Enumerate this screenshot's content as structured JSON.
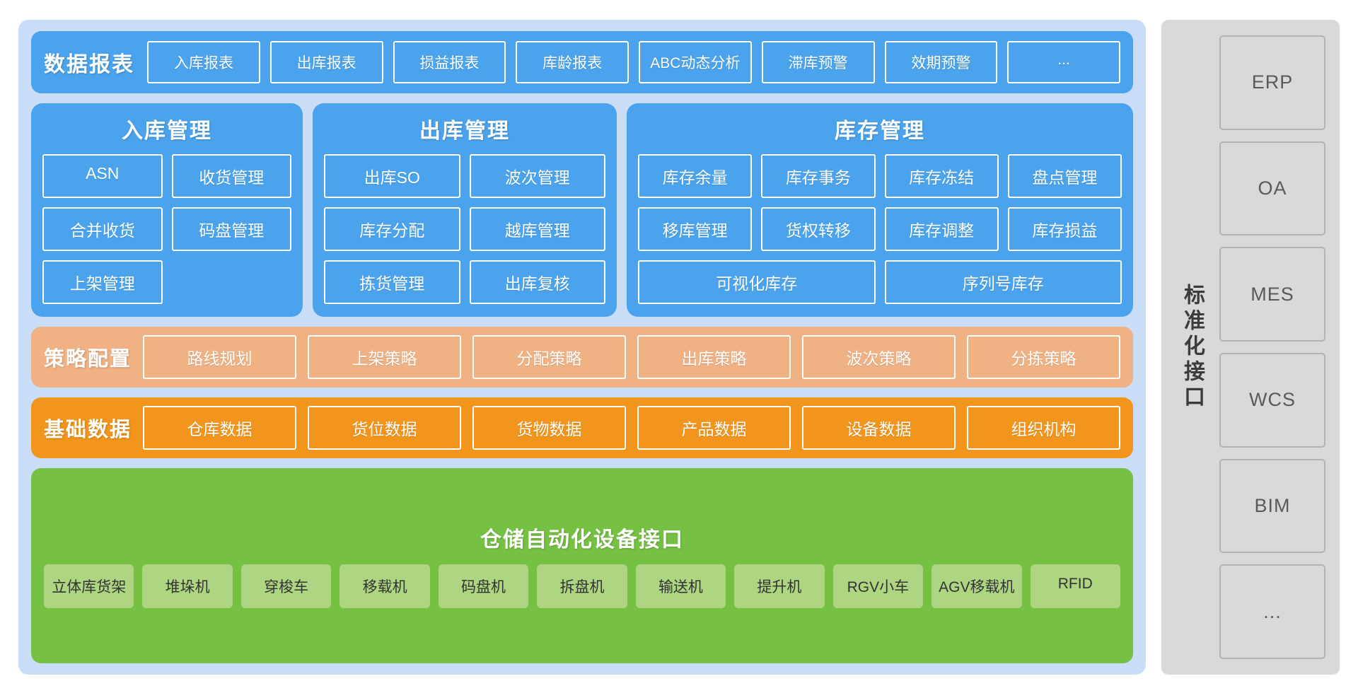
{
  "reports": {
    "title": "数据报表",
    "items": [
      "入库报表",
      "出库报表",
      "损益报表",
      "库龄报表",
      "ABC动态分析",
      "滞库预警",
      "效期预警",
      "..."
    ]
  },
  "modules": [
    {
      "title": "入库管理",
      "tiles": [
        "ASN",
        "收货管理",
        "合并收货",
        "码盘管理",
        "上架管理"
      ]
    },
    {
      "title": "出库管理",
      "tiles": [
        "出库SO",
        "波次管理",
        "库存分配",
        "越库管理",
        "拣货管理",
        "出库复核"
      ]
    },
    {
      "title": "库存管理",
      "tiles": [
        "库存余量",
        "库存事务",
        "库存冻结",
        "盘点管理",
        "移库管理",
        "货权转移",
        "库存调整",
        "库存损益"
      ],
      "wide_tiles": [
        "可视化库存",
        "序列号库存"
      ]
    }
  ],
  "strategy": {
    "title": "策略配置",
    "items": [
      "路线规划",
      "上架策略",
      "分配策略",
      "出库策略",
      "波次策略",
      "分拣策略"
    ]
  },
  "basic_data": {
    "title": "基础数据",
    "items": [
      "仓库数据",
      "货位数据",
      "货物数据",
      "产品数据",
      "设备数据",
      "组织机构"
    ]
  },
  "automation": {
    "title": "仓储自动化设备接口",
    "items": [
      "立体库货架",
      "堆垛机",
      "穿梭车",
      "移载机",
      "码盘机",
      "拆盘机",
      "输送机",
      "提升机",
      "RGV小车",
      "AGV移载机",
      "RFID"
    ]
  },
  "sidebar": {
    "label": "标准化接口",
    "items": [
      "ERP",
      "OA",
      "MES",
      "WCS",
      "BIM",
      "..."
    ]
  },
  "colors": {
    "panel_bg": "#c9ddf7",
    "blue": "#4aa3ec",
    "peach": "#f0b183",
    "orange": "#f2951c",
    "green": "#76c043",
    "green_chip": "#aed581",
    "sidebar_bg": "#d9d9d9"
  }
}
